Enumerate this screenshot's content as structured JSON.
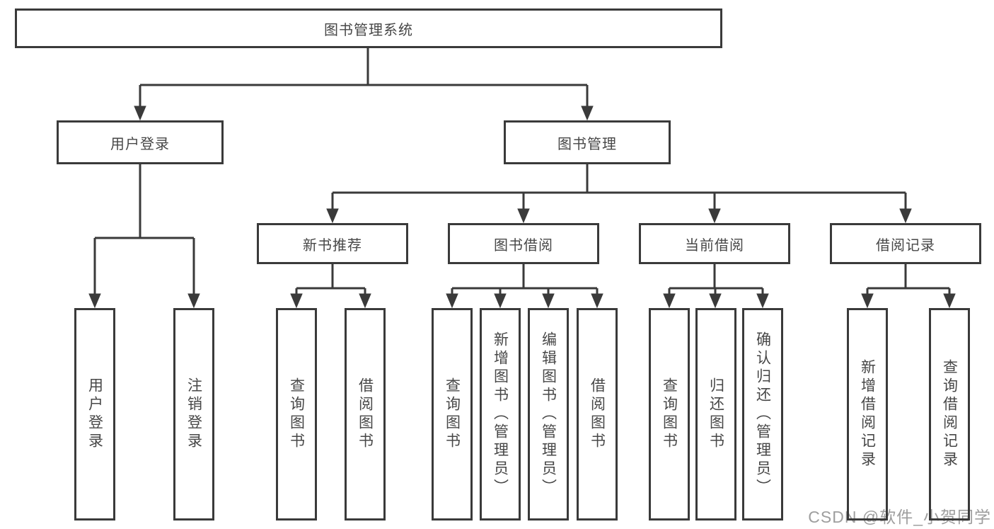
{
  "diagram_title": "图书管理系统",
  "nodes": {
    "root": {
      "label": "图书管理系统"
    },
    "user_login": {
      "label": "用户登录"
    },
    "book_mgmt": {
      "label": "图书管理"
    },
    "new_book_rec": {
      "label": "新书推荐"
    },
    "book_borrow": {
      "label": "图书借阅"
    },
    "current_borrow": {
      "label": "当前借阅"
    },
    "borrow_records": {
      "label": "借阅记录"
    },
    "ul_user_login": {
      "label": "用户登录"
    },
    "ul_logout": {
      "label": "注销登录"
    },
    "nbr_query_books": {
      "label": "查询图书"
    },
    "nbr_borrow_books": {
      "label": "借阅图书"
    },
    "bb_query_books": {
      "label": "查询图书"
    },
    "bb_add_books": {
      "label": "新增图书（管理员）"
    },
    "bb_edit_books": {
      "label": "编辑图书（管理员）"
    },
    "bb_borrow_books": {
      "label": "借阅图书"
    },
    "cb_query_books": {
      "label": "查询图书"
    },
    "cb_return_books": {
      "label": "归还图书"
    },
    "cb_confirm_return": {
      "label": "确认归还（管理员）"
    },
    "br_add_record": {
      "label": "新增借阅记录"
    },
    "br_query_record": {
      "label": "查询借阅记录"
    }
  },
  "hierarchy": {
    "root": "图书管理系统",
    "children": [
      {
        "label": "用户登录",
        "children": [
          "用户登录",
          "注销登录"
        ]
      },
      {
        "label": "图书管理",
        "children": [
          {
            "label": "新书推荐",
            "children": [
              "查询图书",
              "借阅图书"
            ]
          },
          {
            "label": "图书借阅",
            "children": [
              "查询图书",
              "新增图书（管理员）",
              "编辑图书（管理员）",
              "借阅图书"
            ]
          },
          {
            "label": "当前借阅",
            "children": [
              "查询图书",
              "归还图书",
              "确认归还（管理员）"
            ]
          },
          {
            "label": "借阅记录",
            "children": [
              "新增借阅记录",
              "查询借阅记录"
            ]
          }
        ]
      }
    ]
  },
  "watermark": {
    "text": "CSDN @软件_小贺同学"
  },
  "colors": {
    "line": "#3a3a3a",
    "text": "#474747",
    "watermark": "#9e9e9e",
    "background": "#ffffff"
  }
}
